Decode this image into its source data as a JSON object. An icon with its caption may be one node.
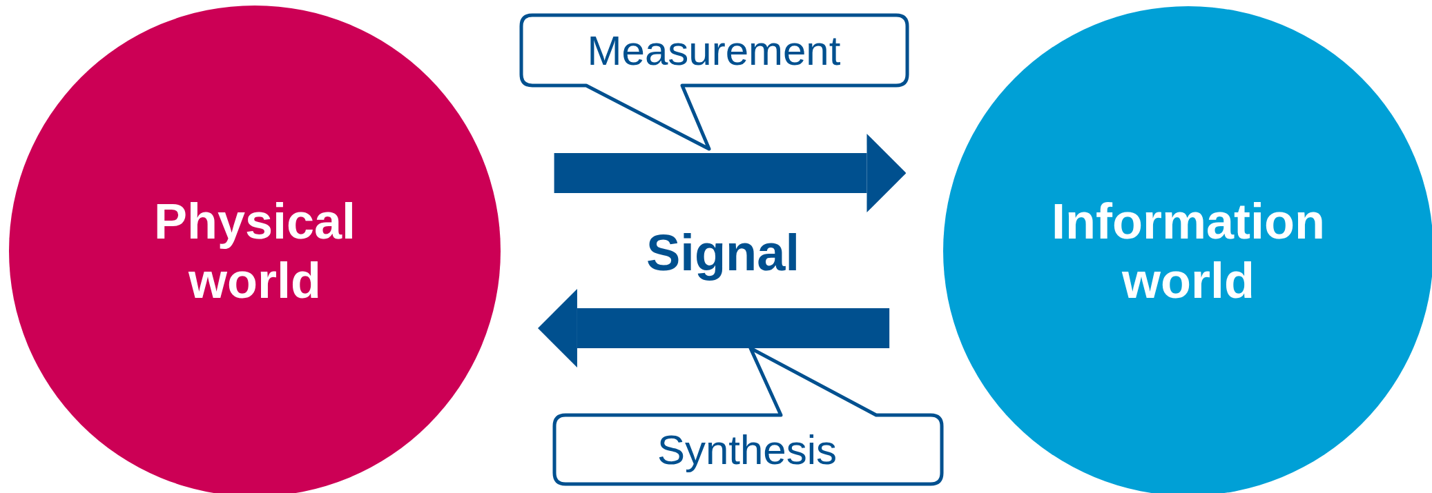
{
  "diagram": {
    "nodes": [
      {
        "text": [
          "Physical world"
        ]
      },
      {
        "text": [
          "Information world"
        ]
      },
      {
        "text": [
          "Measurement"
        ]
      },
      {
        "text": [
          "Synthesis"
        ]
      }
    ],
    "edges": [
      {
        "from": 0,
        "to": 1,
        "arrow": "to"
      },
      {
        "from": 1,
        "to": 0,
        "arrow": "to"
      }
    ],
    "labels": [
      "Signal"
    ]
  }
}
